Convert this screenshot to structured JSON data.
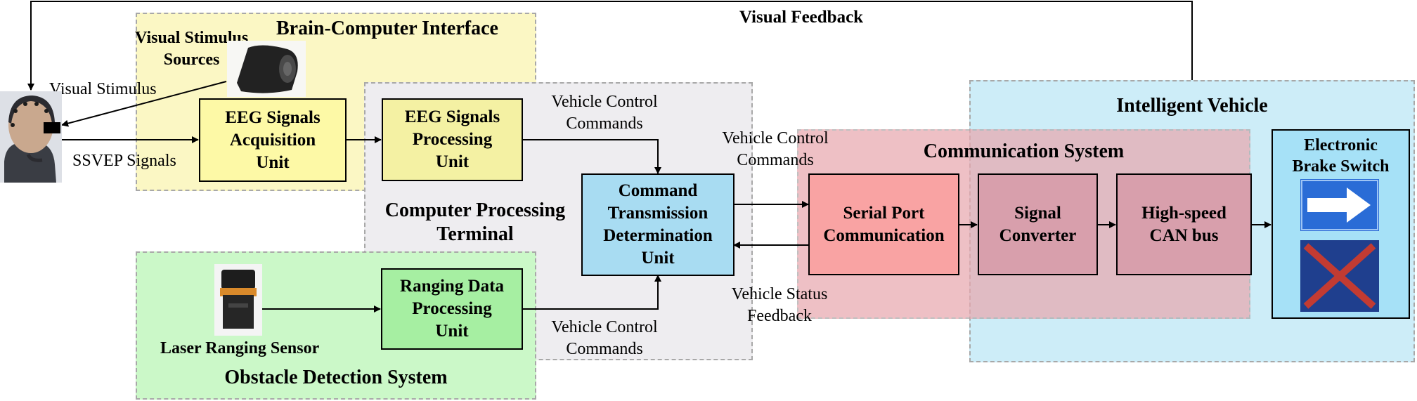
{
  "diagram": {
    "top_feedback_label": "Visual Feedback",
    "colors": {
      "bci_region": "#fbf7c4",
      "cpt_region": "#eeedf0",
      "ods_region": "#cbf8c8",
      "iv_region": "#cdedf8",
      "cs_region": "#e8a8b0",
      "eeg_acq": "#fdf9a6",
      "eeg_proc": "#f4f1a3",
      "ranging": "#a6efa2",
      "cmd_unit": "#a8dcf2",
      "serial_port": "#f9a3a3",
      "can_blocks": "#d89fac",
      "ebs_box": "#a6e1f7",
      "arrow_sign": "#2a6cd6",
      "stop_sign": "#1f3f8e",
      "stop_cross": "#c23b32"
    },
    "regions": {
      "bci_title": "Brain-Computer Interface",
      "cpt_title": "Computer Processing\nTerminal",
      "ods_title": "Obstacle Detection System",
      "iv_title": "Intelligent Vehicle",
      "cs_title": "Communication System"
    },
    "blocks": {
      "eeg_acquisition": "EEG Signals\nAcquisition\nUnit",
      "eeg_processing": "EEG Signals\nProcessing\nUnit",
      "command_unit": "Command\nTransmission\nDetermination\nUnit",
      "ranging_unit": "Ranging Data\nProcessing\nUnit",
      "serial_port": "Serial Port\nCommunication",
      "signal_converter": "Signal\nConverter",
      "can_bus": "High-speed\nCAN bus",
      "brake_switch": "Electronic\nBrake Switch"
    },
    "labels": {
      "stimulus_sources": "Visual Stimulus\nSources",
      "visual_stimulus": "Visual Stimulus",
      "ssvep": "SSVEP Signals",
      "cmd_top": "Vehicle Control\nCommands",
      "cmd_bottom": "Vehicle Control\nCommands",
      "cmd_right": "Vehicle Control\nCommands",
      "status_feedback": "Vehicle Status\nFeedback",
      "laser_sensor": "Laser Ranging Sensor"
    },
    "icons": {
      "subject": "eeg-cap-subject",
      "stimulus_device": "stimulus-device",
      "laser": "laser-ranging-sensor",
      "arrow_sign": "right-arrow-sign",
      "stop_sign": "cross-stop-sign"
    }
  }
}
